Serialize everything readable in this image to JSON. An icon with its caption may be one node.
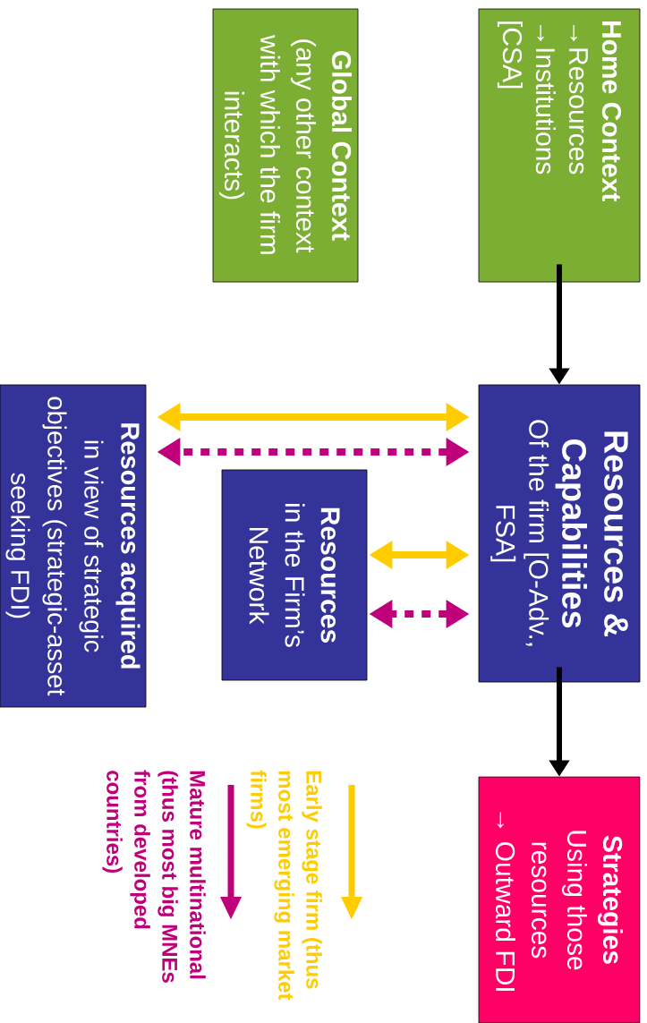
{
  "diagram": {
    "nodes": [
      {
        "text": [
          "Home Context",
          "→Resources",
          "→Institutions",
          "[CSA]"
        ]
      },
      {
        "text": [
          "Global Context",
          "(any other context with which the firm interacts)"
        ]
      },
      {
        "text": [
          "Resources & Capabilities",
          "Of the firm [O-Adv., FSA]"
        ]
      },
      {
        "text": [
          "Strategies",
          "Using those resources",
          "→ Outward FDI"
        ]
      },
      {
        "text": [
          "Resources",
          "in the Firm’s Network"
        ]
      },
      {
        "text": [
          "Resources acquired",
          "in view of strategic objectives (strategic-asset seeking FDI)"
        ]
      }
    ],
    "edges": [
      {
        "from": 0,
        "to": 2,
        "arrow": "to"
      },
      {
        "from": 2,
        "to": 3,
        "arrow": "to"
      },
      {
        "from": 2,
        "to": 5,
        "arrow": "both",
        "color": "#ffcc00"
      },
      {
        "from": 2,
        "to": 5,
        "arrow": "both",
        "color": "#c0007a",
        "style": "dashed"
      },
      {
        "from": 2,
        "to": 4,
        "arrow": "both",
        "color": "#ffcc00"
      },
      {
        "from": 2,
        "to": 4,
        "arrow": "both",
        "color": "#c0007a",
        "style": "dashed"
      }
    ],
    "legend": [
      {
        "text": "Early stage firm (thus most emerging market firms)"
      },
      {
        "text": "Mature multinational (thus most big MNEs from developed countries)"
      }
    ]
  }
}
